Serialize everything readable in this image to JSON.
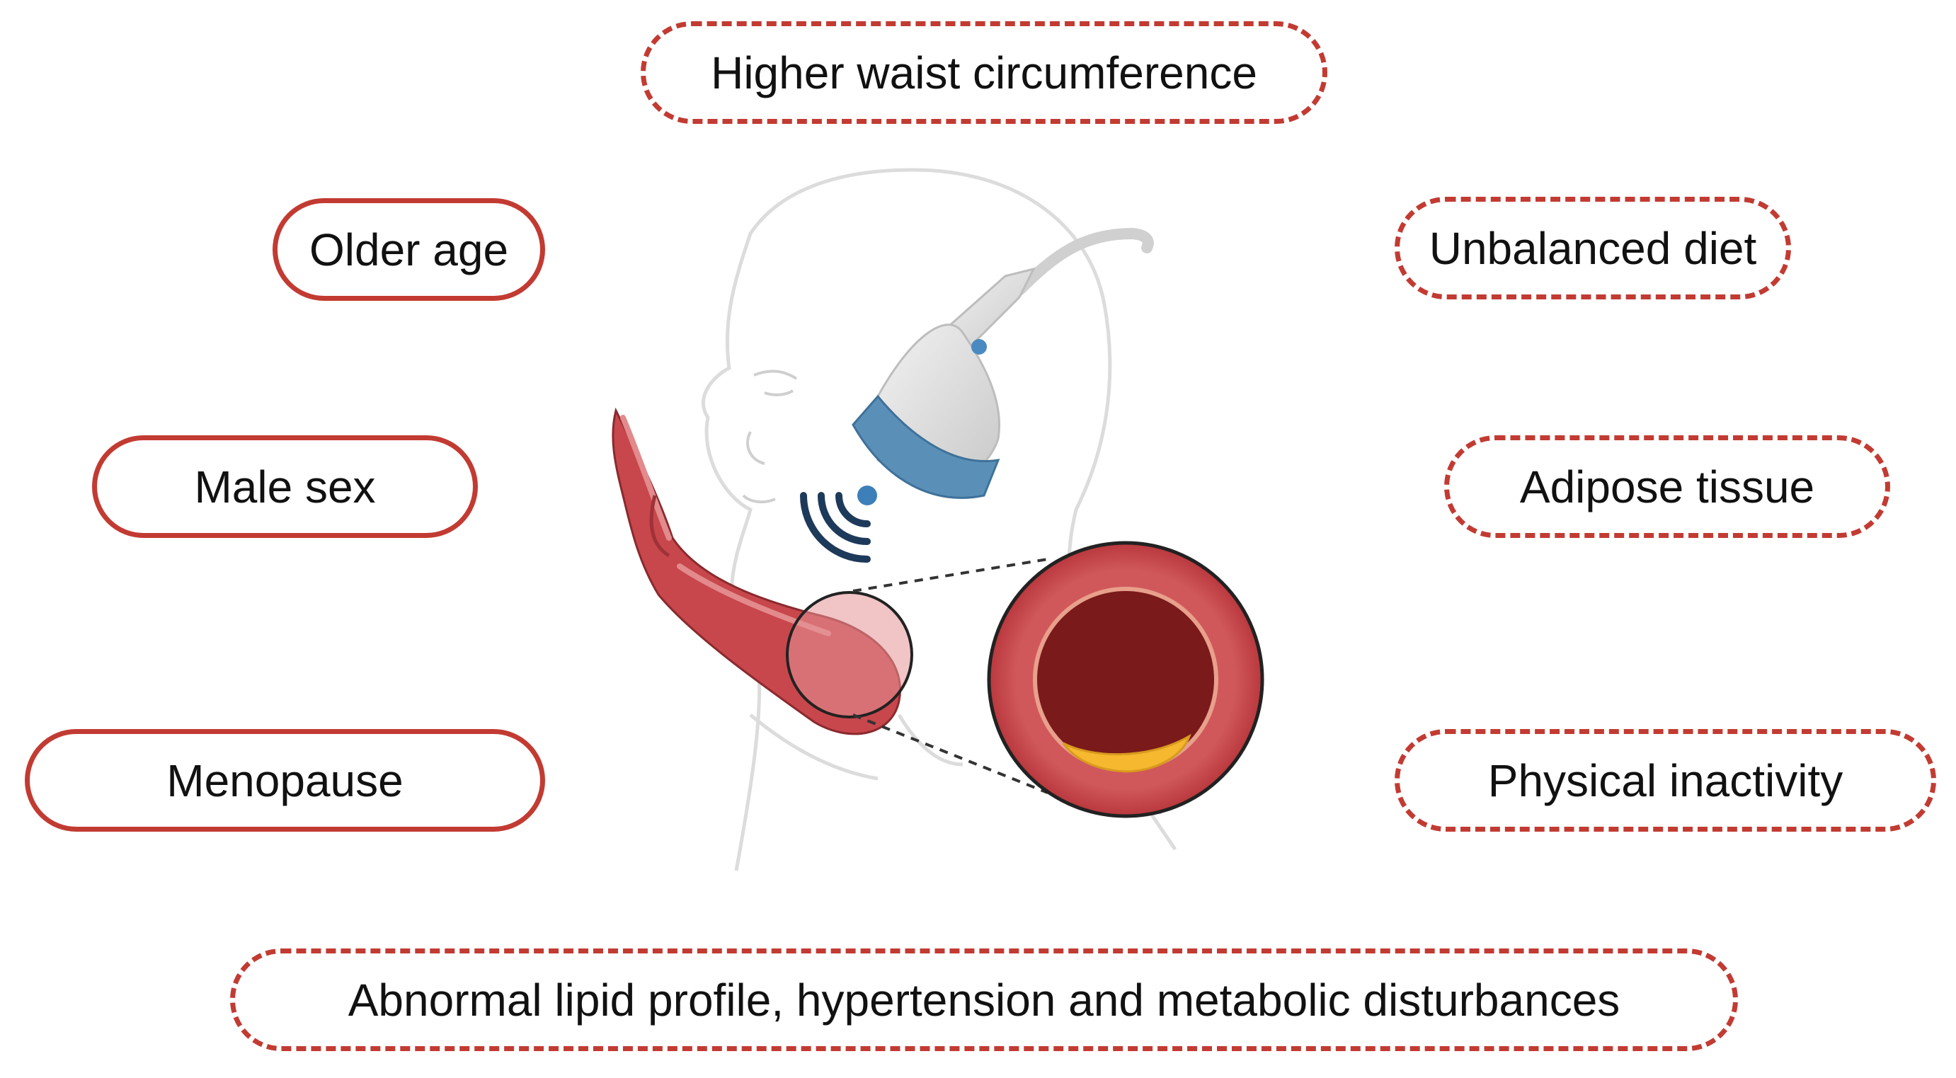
{
  "factors": {
    "waist": "Higher waist circumference",
    "older_age": "Older age",
    "male_sex": "Male sex",
    "menopause": "Menopause",
    "diet": "Unbalanced diet",
    "adipose": "Adipose tissue",
    "inactivity": "Physical inactivity",
    "lipid": "Abnormal lipid profile, hypertension and metabolic disturbances"
  },
  "colors": {
    "border_red": "#c23b32",
    "artery_red": "#c8474c",
    "lumen_dark": "#7a1a1a",
    "plaque_yellow": "#f5b82e",
    "probe_blue": "#5a90b8"
  },
  "icons": [
    "head-outline-icon",
    "ultrasound-probe-icon",
    "ultrasound-wave-icon",
    "carotid-artery-icon",
    "artery-cross-section-icon"
  ]
}
